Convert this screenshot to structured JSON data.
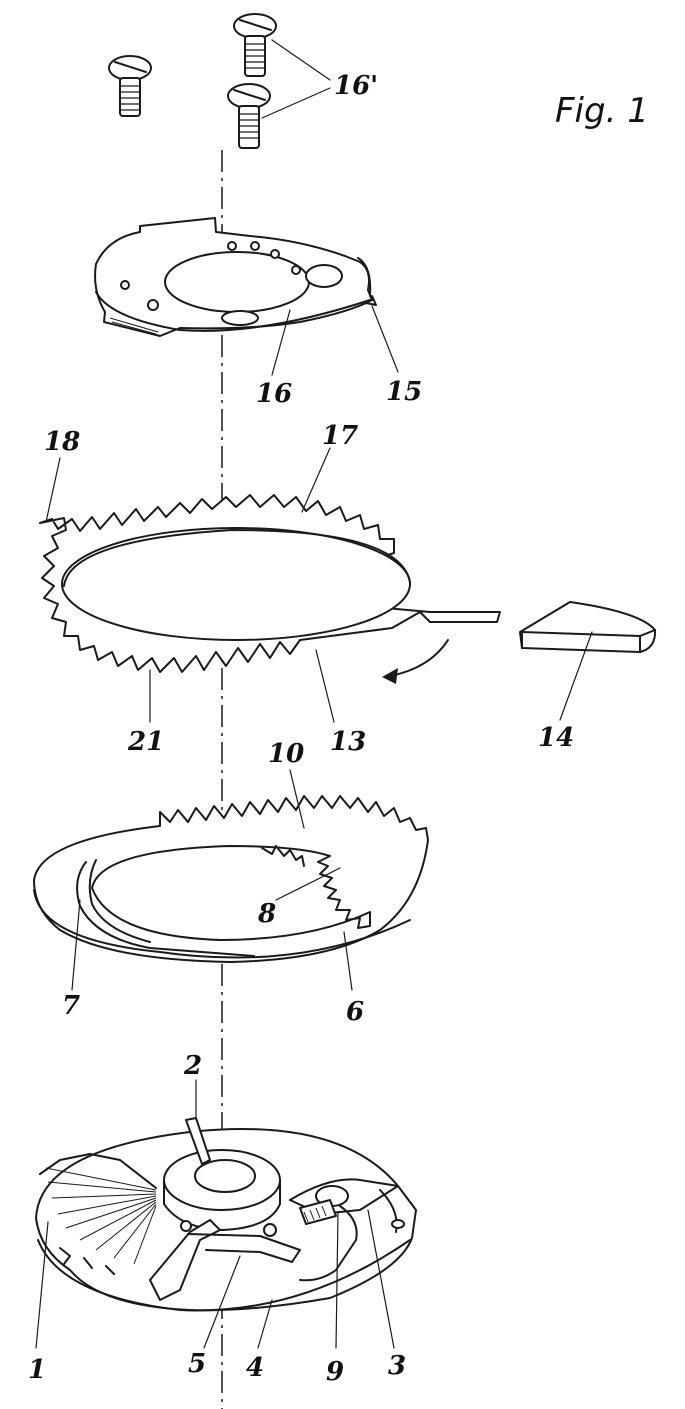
{
  "figure": {
    "title": "Fig. 1"
  },
  "labels": {
    "l1": "1",
    "l2": "2",
    "l3": "3",
    "l4": "4",
    "l5": "5",
    "l6": "6",
    "l7": "7",
    "l8": "8",
    "l9": "9",
    "l10": "10",
    "l13": "13",
    "l14": "14",
    "l15": "15",
    "l16": "16",
    "l16p": "16'",
    "l17": "17",
    "l18": "18",
    "l21": "21"
  },
  "colors": {
    "ink": "#1a1a1a",
    "paper": "#ffffff"
  }
}
